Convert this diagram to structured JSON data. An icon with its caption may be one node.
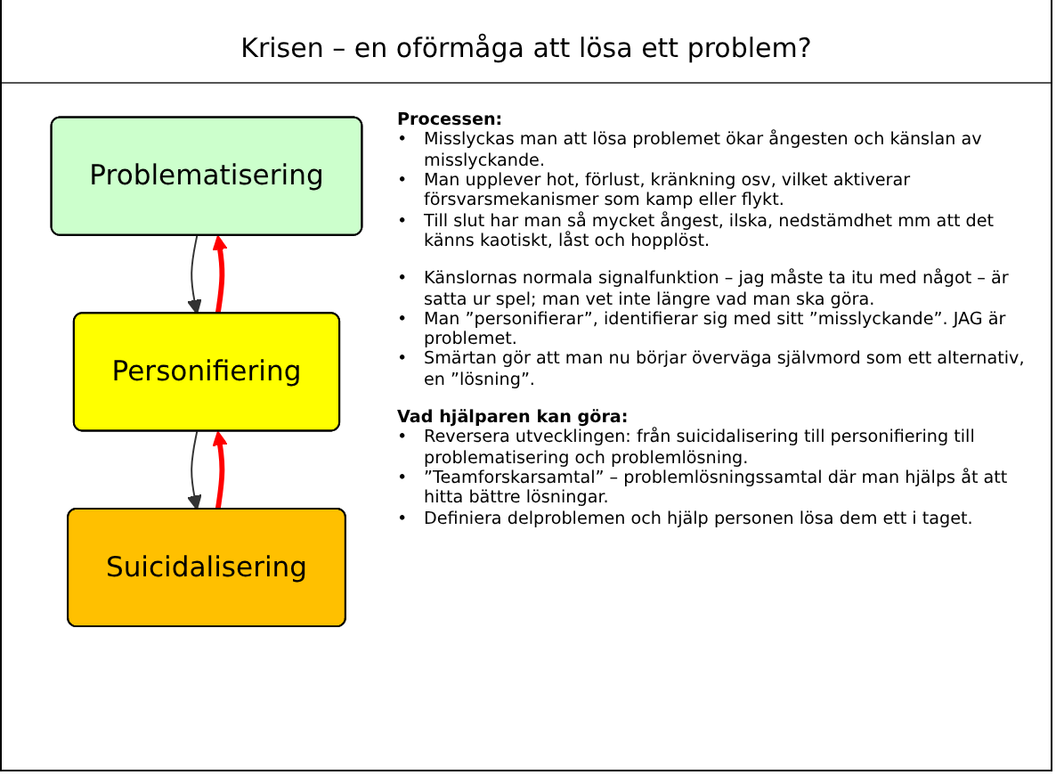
{
  "diagram": {
    "title": "Krisen – en oförmåga att lösa ett problem?",
    "nodes": [
      {
        "text": [
          "Problematisering"
        ]
      },
      {
        "text": [
          "Personifiering"
        ]
      },
      {
        "text": [
          "Suicidalisering"
        ]
      }
    ],
    "edges": [
      {
        "from": 0,
        "to": 1,
        "arrow": "to"
      },
      {
        "from": 1,
        "to": 0,
        "arrow": "to",
        "style": "thick",
        "color": "#ff0000"
      },
      {
        "from": 1,
        "to": 2,
        "arrow": "to"
      },
      {
        "from": 2,
        "to": 1,
        "arrow": "to",
        "style": "thick",
        "color": "#ff0000"
      }
    ],
    "labels": [
      "Processen:",
      "•",
      "Misslyckas man att lösa problemet ökar ångesten och känslan av misslyckande.",
      "•",
      "Man upplever hot, förlust, kränkning osv, vilket aktiverar försvarsmekanismer som kamp eller flykt.",
      "•",
      "Till slut har man så mycket ångest, ilska, nedstämdhet mm att det känns kaotiskt, låst och hopplöst.",
      "•",
      "Känslornas normala signalfunktion – jag måste ta itu med något – är satta ur spel; man vet inte längre vad man ska göra.",
      "•",
      "Man ”personifierar”, identifierar sig med sitt ”misslyckande”. JAG är problemet.",
      "•",
      "Smärtan gör att man nu börjar överväga självmord som ett alternativ, en ”lösning”.",
      "Vad hjälparen kan göra:",
      "•",
      "Reversera utvecklingen: från suicidalisering till personifiering till problematisering och problemlösning.",
      "•",
      "”Teamforskarsamtal” – problemlösningssamtal där man hjälps åt att hitta bättre lösningar.",
      "•",
      "Definiera delproblemen och hjälp personen lösa dem ett i taget."
    ]
  }
}
